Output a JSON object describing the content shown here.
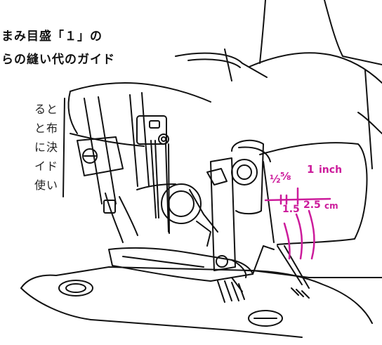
{
  "heading": {
    "line1": "まみ目盛「１」の",
    "line2": "らの縫い代のガイド"
  },
  "body_lines": [
    "ると",
    "と布",
    "に決",
    "イド",
    "使い"
  ],
  "scale": {
    "inch_fraction_left": "½",
    "inch_fraction_mid": "⅝",
    "inch_one": "1",
    "inch_unit": "inch",
    "cm_small": "1.5",
    "cm_large": "2.5",
    "cm_unit": "cm"
  },
  "colors": {
    "line": "#111111",
    "scale_magenta": "#cc1b9b",
    "background": "#ffffff"
  }
}
